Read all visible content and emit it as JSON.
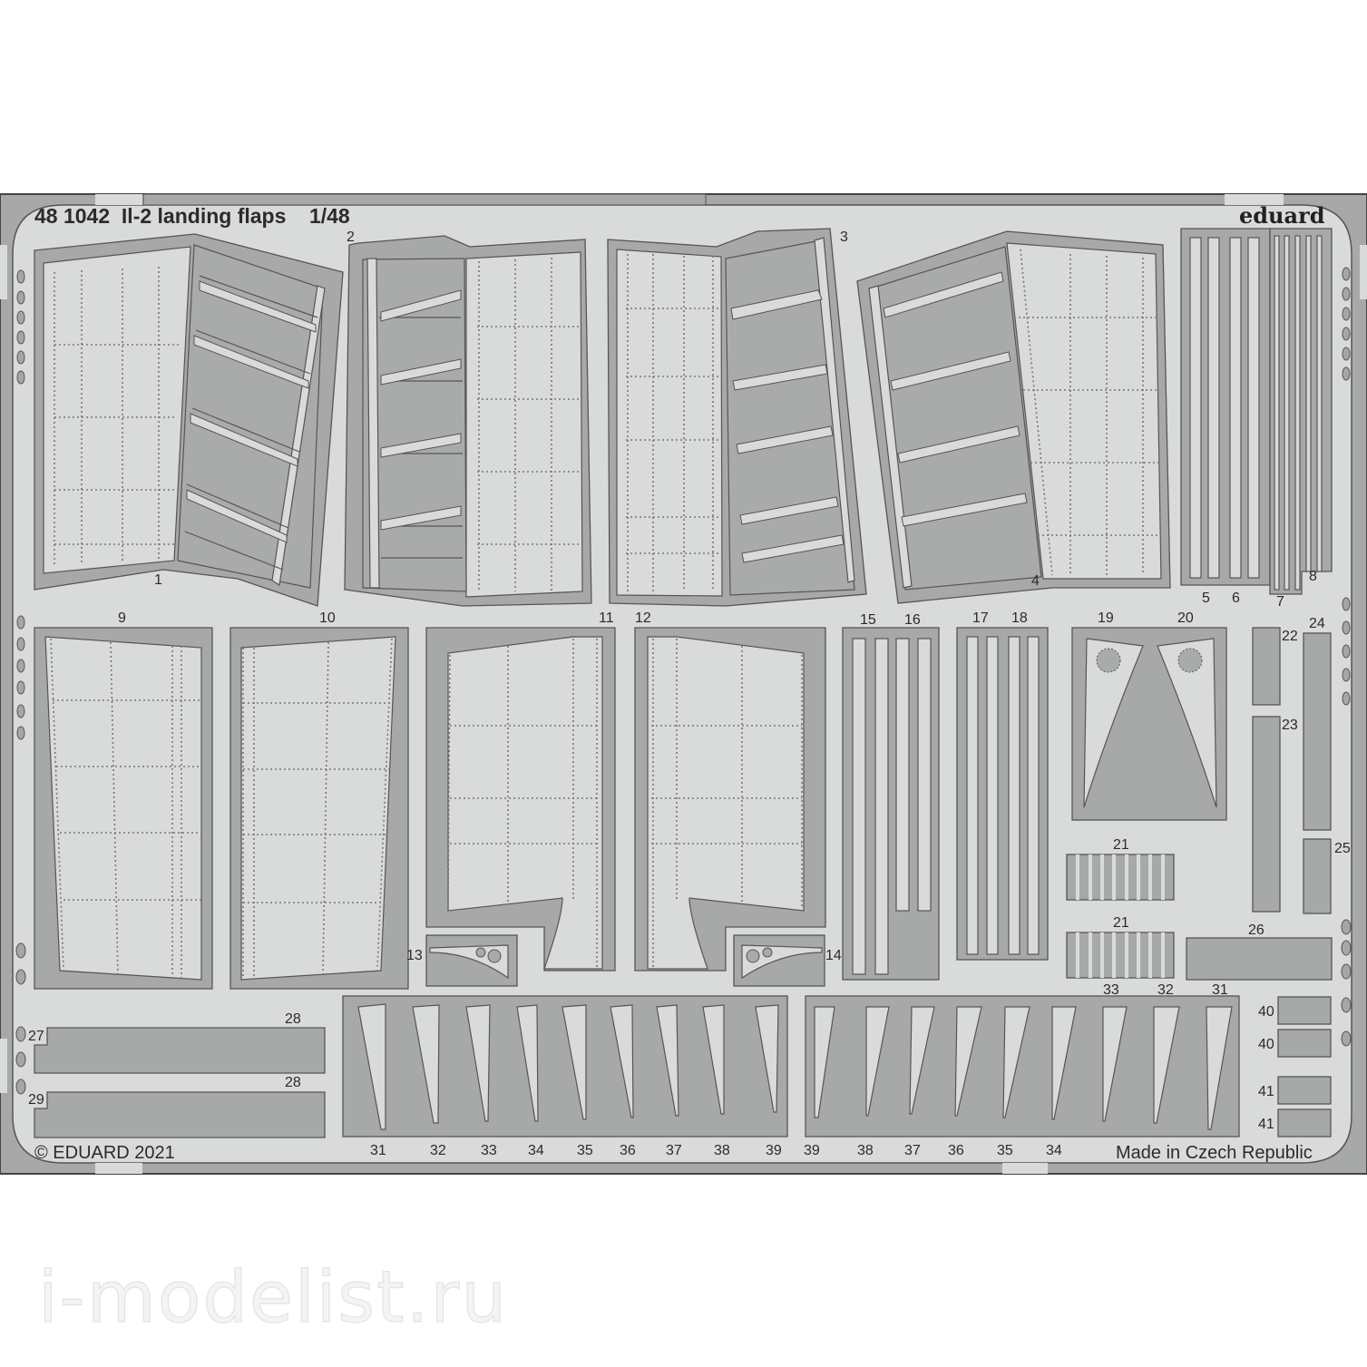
{
  "sheet": {
    "title": "48 1042  Il-2 landing flaps    1/48",
    "title_code": "48 1042",
    "title_name": "Il-2 landing flaps",
    "scale": "1/48",
    "brand": "eduard",
    "copyright": "© EDUARD 2021",
    "origin": "Made in Czech Republic",
    "watermark": "i-modelist.ru",
    "colors": {
      "background": "#ffffff",
      "fret": "#d9dbda",
      "part_dark": "#a9abaa",
      "outline": "#555555",
      "text": "#2b2b2b"
    }
  },
  "part_labels": {
    "p1": "1",
    "p2": "2",
    "p3": "3",
    "p4": "4",
    "p5": "5",
    "p6": "6",
    "p7": "7",
    "p8": "8",
    "p9": "9",
    "p10": "10",
    "p11": "11",
    "p12": "12",
    "p13": "13",
    "p14": "14",
    "p15": "15",
    "p16": "16",
    "p17": "17",
    "p18": "18",
    "p19": "19",
    "p20": "20",
    "p21a": "21",
    "p21b": "21",
    "p22": "22",
    "p23": "23",
    "p24": "24",
    "p25": "25",
    "p26": "26",
    "p27": "27",
    "p28a": "28",
    "p28b": "28",
    "p29": "29",
    "p33top": "33",
    "p32top": "32",
    "p31top": "31",
    "p40a": "40",
    "p40b": "40",
    "p41a": "41",
    "p41b": "41"
  },
  "rib_row_left": [
    "31",
    "32",
    "33",
    "34",
    "35",
    "36",
    "37",
    "38",
    "39"
  ],
  "rib_row_right": [
    "39",
    "38",
    "37",
    "36",
    "35",
    "34"
  ]
}
